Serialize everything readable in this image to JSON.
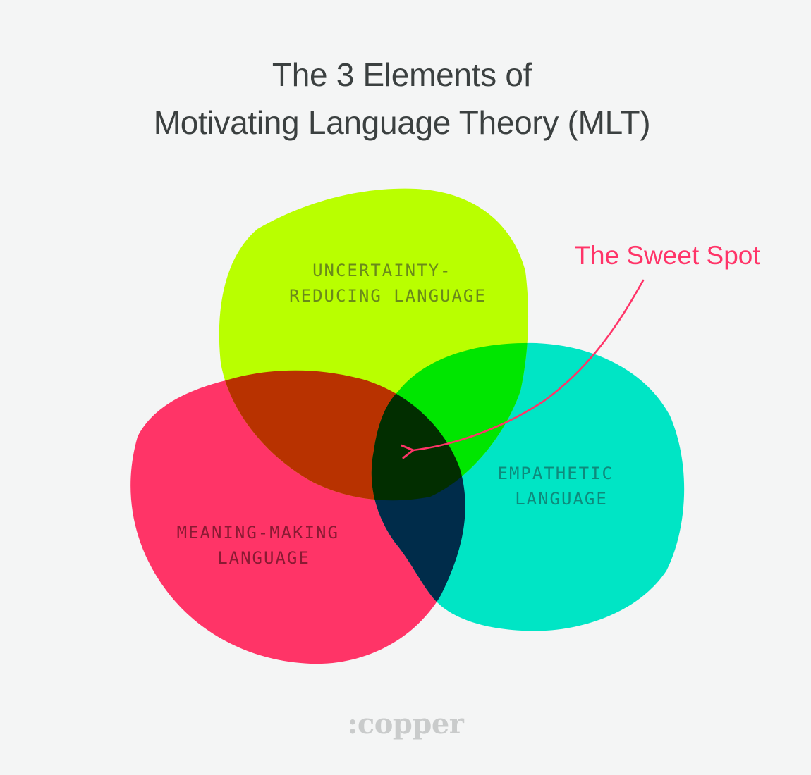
{
  "title": {
    "line1": "The 3 Elements of",
    "line2": "Motivating Language Theory (MLT)"
  },
  "diagram": {
    "sets": [
      {
        "line1": "UNCERTAINTY-",
        "line2": "REDUCING LANGUAGE",
        "color": "#b9ff00",
        "text_color": "#6a8a1a"
      },
      {
        "line1": "EMPATHETIC",
        "line2": "LANGUAGE",
        "color": "#00e5c5",
        "text_color": "#0e8a7c"
      },
      {
        "line1": "MEANING-MAKING",
        "line2": "LANGUAGE",
        "color": "#ff3467",
        "text_color": "#8a1a33"
      }
    ],
    "overlaps": {
      "uncertainty_meaning": "#b83200",
      "uncertainty_empathetic": "#00e600",
      "empathetic_meaning": "#002c4a",
      "all_three": "#022e00"
    },
    "callout": {
      "text": "The Sweet Spot",
      "color": "#ff3468"
    }
  },
  "logo": {
    "text": ":copper",
    "color": "#c9cbcb"
  }
}
